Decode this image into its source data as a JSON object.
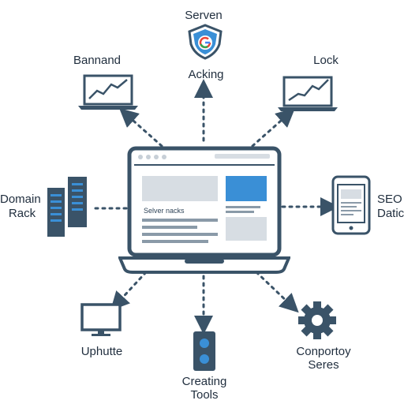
{
  "diagram": {
    "center": {
      "name": "laptop",
      "screen_text": "Selver nacks"
    },
    "nodes": {
      "top": {
        "label_line1": "Serven",
        "label_line2": "Acking",
        "icon": "google-shield-icon"
      },
      "top_left": {
        "label": "Bannand",
        "icon": "line-chart-monitor-icon"
      },
      "top_right": {
        "label": "Lock",
        "icon": "line-chart-monitor-icon"
      },
      "left": {
        "label_line1": "Domain",
        "label_line2": "Rack",
        "icon": "server-rack-icon"
      },
      "right": {
        "label_line1": "SEO",
        "label_line2": "Datic",
        "icon": "tablet-icon"
      },
      "bottom_left": {
        "label": "Uphutte",
        "icon": "monitor-icon"
      },
      "bottom": {
        "label_line1": "Creating",
        "label_line2": "Tools",
        "icon": "speaker-icon"
      },
      "bottom_right": {
        "label_line1": "Conportoy",
        "label_line2": "Seres",
        "icon": "gear-icon"
      }
    },
    "colors": {
      "primary": "#3a5368",
      "accent_blue": "#3a8fd6",
      "panel_gray": "#d7dde3",
      "connector": "#3a5368"
    }
  }
}
